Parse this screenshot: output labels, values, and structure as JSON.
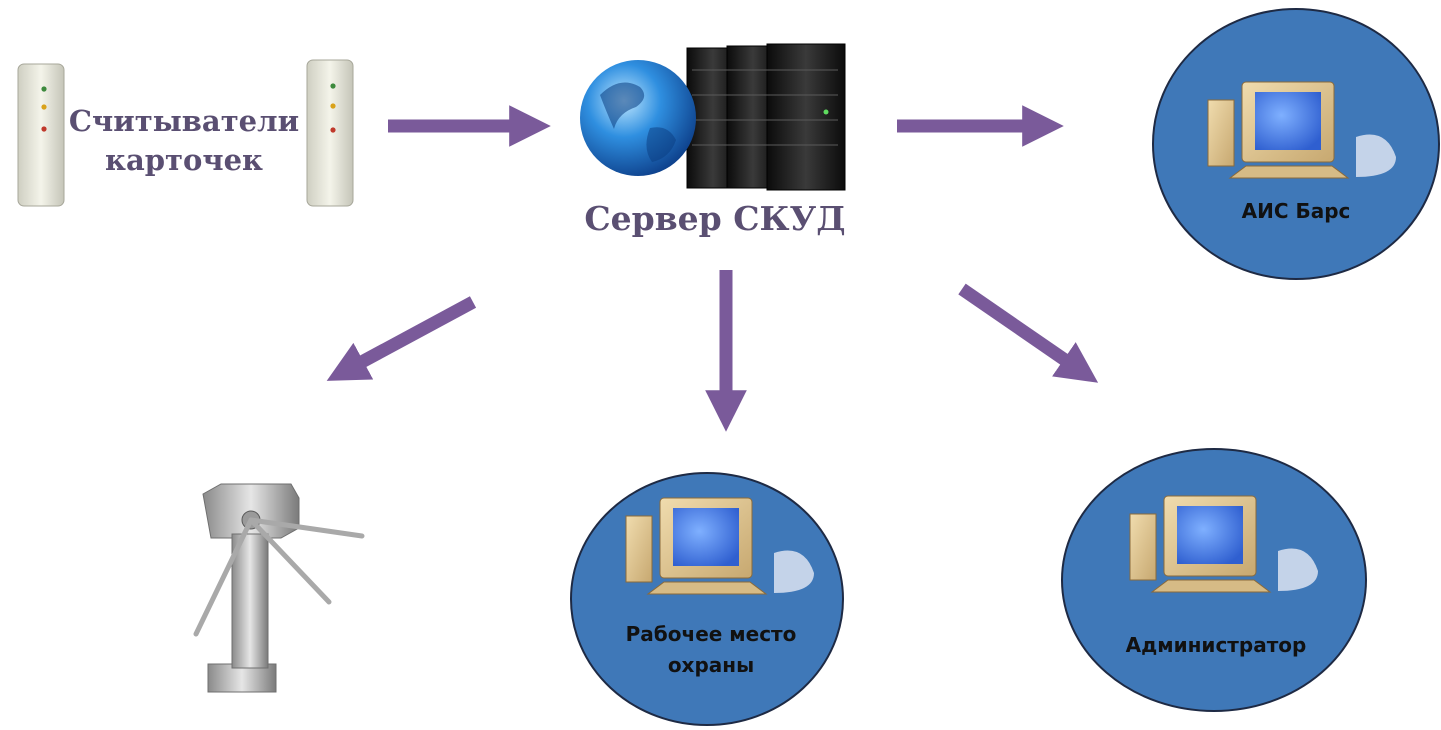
{
  "nodes": {
    "card_readers": {
      "label_line1": "Считыватели",
      "label_line2": "карточек"
    },
    "server": {
      "label": "Сервер СКУД"
    },
    "ais_bars": {
      "label": "АИС Барс"
    },
    "guard_workstation": {
      "label_line1": "Рабочее место",
      "label_line2": "охраны"
    },
    "administrator": {
      "label": "Администратор"
    },
    "turnstile": {}
  },
  "colors": {
    "arrow": "#7a5a9a",
    "node_fill": "#3f78b8",
    "node_stroke": "#1e2a44",
    "serif_text": "#5a4f72",
    "label_text": "#111111"
  }
}
